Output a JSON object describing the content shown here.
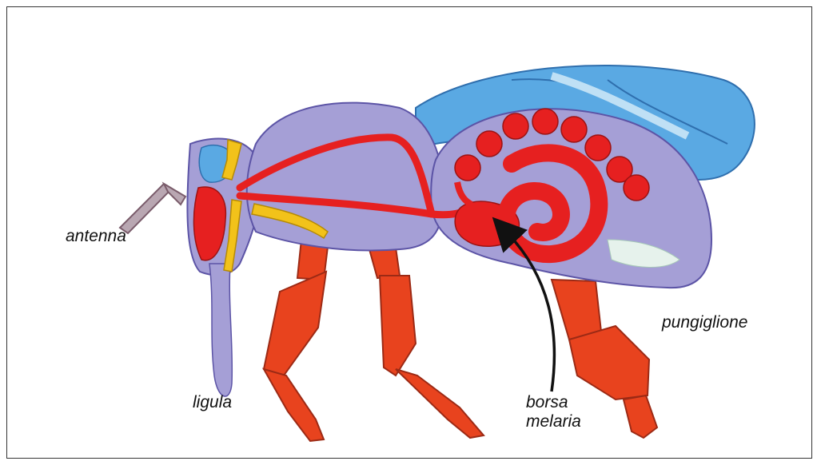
{
  "labels": {
    "antenna": "antenna",
    "ligula": "ligula",
    "pungiglione": "pungiglione",
    "borsa_line1": "borsa",
    "borsa_line2": "melaria"
  },
  "colors": {
    "body": "#a59fd6",
    "wing": "#4fa6e0",
    "gut": "#e62020",
    "legs": "#e8431e",
    "glands": "#f2c21a"
  }
}
